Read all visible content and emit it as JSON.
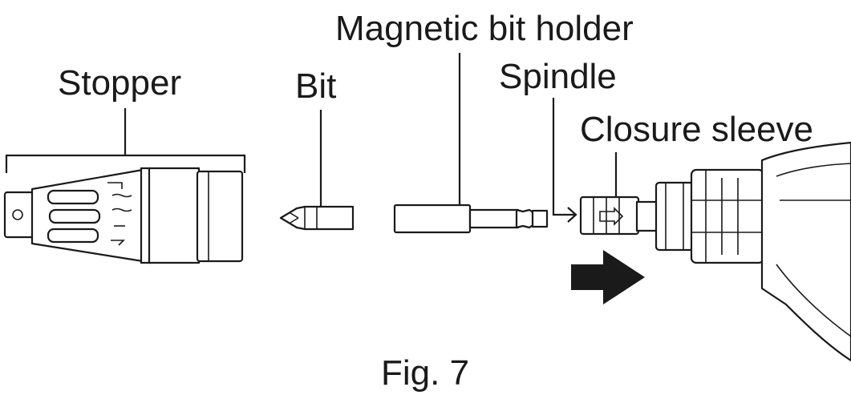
{
  "labels": {
    "stopper": "Stopper",
    "bit": "Bit",
    "magnetic_bit_holder": "Magnetic bit holder",
    "spindle": "Spindle",
    "closure_sleeve": "Closure sleeve"
  },
  "caption": "Fig. 7",
  "colors": {
    "ink": "#1a1a1a",
    "background": "#ffffff"
  },
  "icons": {
    "direction_arrow": "arrow-right-icon"
  }
}
